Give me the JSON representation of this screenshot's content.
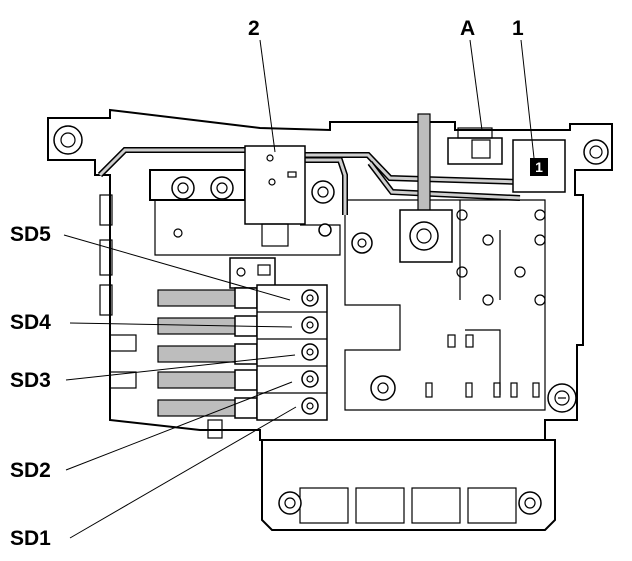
{
  "callouts": {
    "num_2": "2",
    "letter_a": "A",
    "num_1": "1",
    "sd5": "SD5",
    "sd4": "SD4",
    "sd3": "SD3",
    "sd2": "SD2",
    "sd1": "SD1"
  },
  "marker_label": "1",
  "colors": {
    "line": "#000000",
    "shade": "#bdbdbd",
    "background": "#ffffff"
  }
}
